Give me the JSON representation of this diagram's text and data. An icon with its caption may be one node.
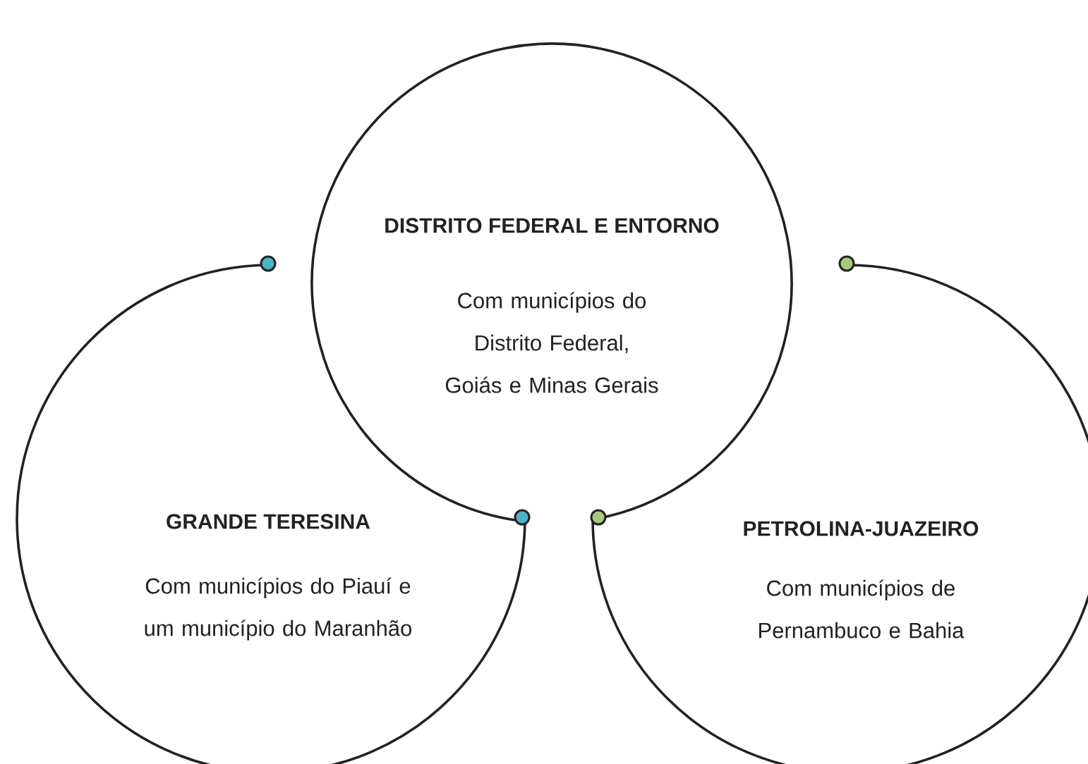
{
  "diagram": {
    "nodes": [
      {
        "text": [
          "DISTRITO FEDERAL E ENTORNO",
          "Com municípios do Distrito Federal, Goiás e Minas Gerais"
        ]
      },
      {
        "text": [
          "GRANDE TERESINA",
          "Com municípios do Piauí e um município do Maranhão"
        ]
      },
      {
        "text": [
          "PETROLINA-JUAZEIRO",
          "Com municípios de Pernambuco e Bahia"
        ]
      }
    ]
  }
}
